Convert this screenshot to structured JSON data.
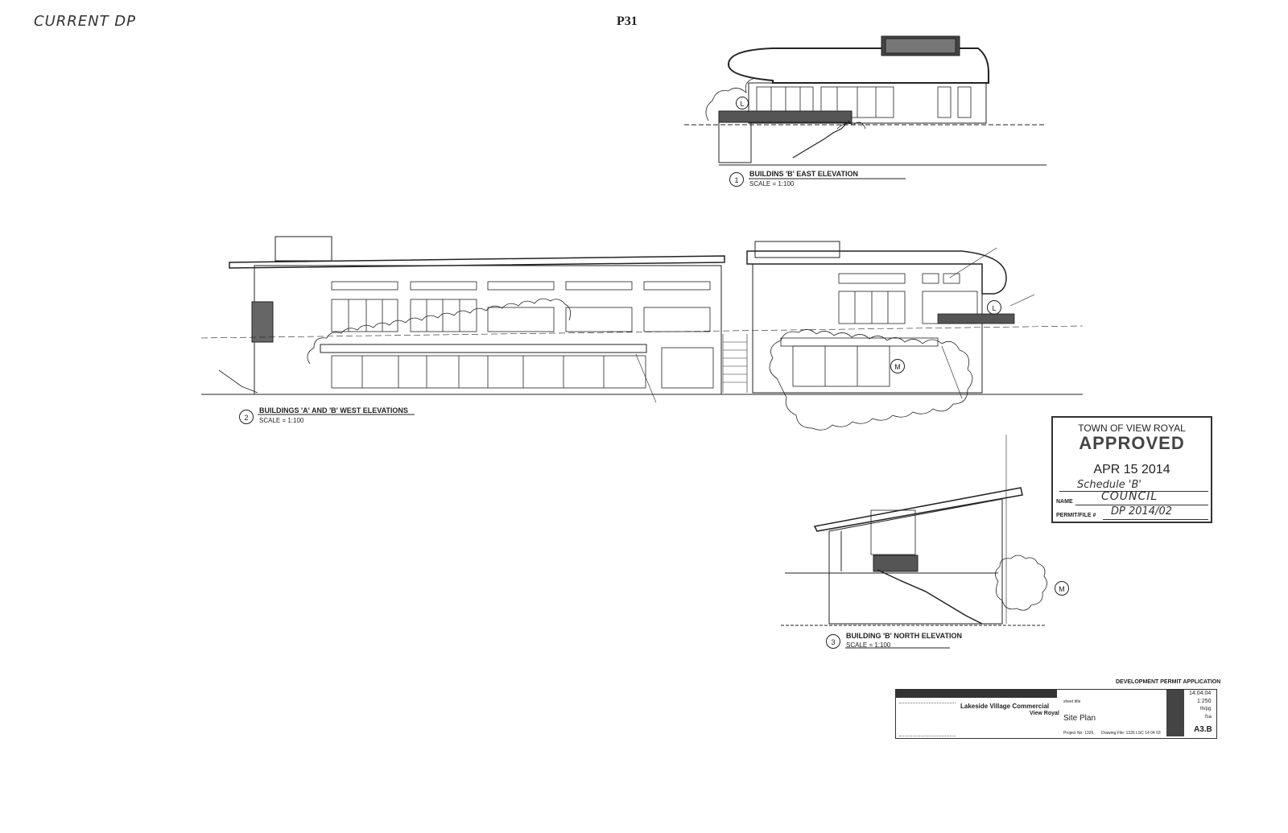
{
  "header": {
    "handwritten_note": "CURRENT DP",
    "page_number": "P31"
  },
  "elevations": [
    {
      "number": "1",
      "title": "BUILDINS 'B' EAST ELEVATION",
      "scale": "SCALE = 1:100"
    },
    {
      "number": "2",
      "title": "BUILDINGS 'A' AND 'B' WEST ELEVATIONS",
      "scale": "SCALE = 1:100"
    },
    {
      "number": "3",
      "title": "BUILDING 'B' NORTH ELEVATION",
      "scale": "SCALE = 1:100"
    }
  ],
  "markers": {
    "L": "L",
    "M": "M"
  },
  "stamp": {
    "town": "TOWN OF VIEW ROYAL",
    "status": "APPROVED",
    "date": "APR 15 2014",
    "schedule_handwritten": "Schedule 'B'",
    "name_label": "NAME",
    "name_handwritten": "COUNCIL",
    "permit_label": "PERMIT/FILE #",
    "permit_handwritten": "DP 2014/02"
  },
  "title_block": {
    "heading": "DEVELOPMENT PERMIT APPLICATION",
    "project_name": "Lakeside Village Commercial",
    "location": "View Royal",
    "sheet_label": "sheet title",
    "sheet_title": "Site Plan",
    "project_no": "Project No: 1326",
    "drawing_file": "Drawing File: 1326 LSC 14 04 03",
    "date": "14.04.04",
    "scale": "1:250",
    "drawn": "th/pg",
    "checked": "fsa",
    "sheet_no": "A3.B"
  }
}
